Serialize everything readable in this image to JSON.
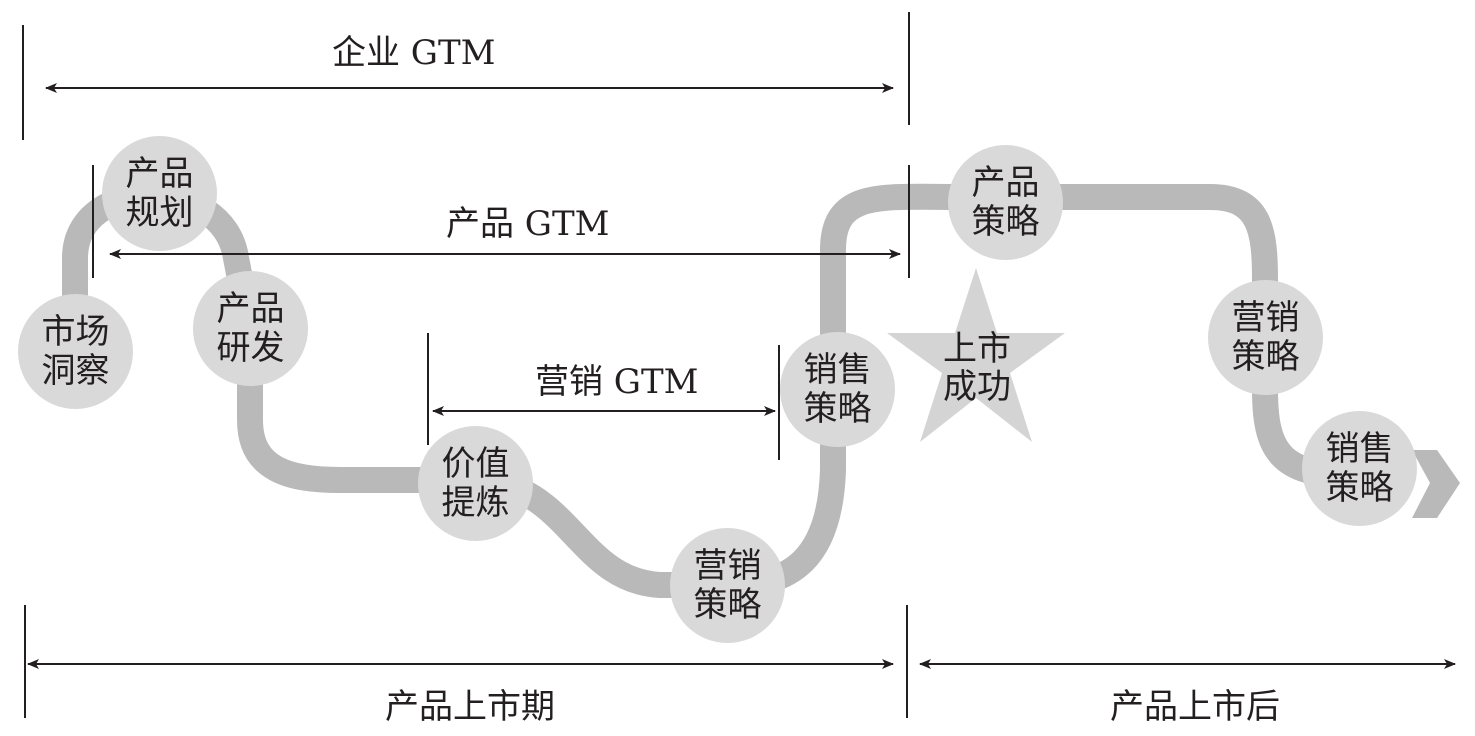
{
  "spans": {
    "enterprise_gtm": "企业 GTM",
    "product_gtm": "产品 GTM",
    "marketing_gtm": "营销 GTM",
    "launch_period": "产品上市期",
    "post_launch": "产品上市后"
  },
  "nodes": [
    {
      "line1": "市场",
      "line2": "洞察"
    },
    {
      "line1": "产品",
      "line2": "规划"
    },
    {
      "line1": "产品",
      "line2": "研发"
    },
    {
      "line1": "价值",
      "line2": "提炼"
    },
    {
      "line1": "营销",
      "line2": "策略"
    },
    {
      "line1": "销售",
      "line2": "策略"
    },
    {
      "line1": "产品",
      "line2": "策略"
    },
    {
      "line1": "营销",
      "line2": "策略"
    },
    {
      "line1": "销售",
      "line2": "策略"
    }
  ],
  "milestone": {
    "line1": "上市",
    "line2": "成功",
    "icon": "star-icon"
  },
  "colors": {
    "path": "#b9b9b9",
    "node": "#d9d9d9",
    "star": "#d4d4d4",
    "line": "#231f20"
  }
}
